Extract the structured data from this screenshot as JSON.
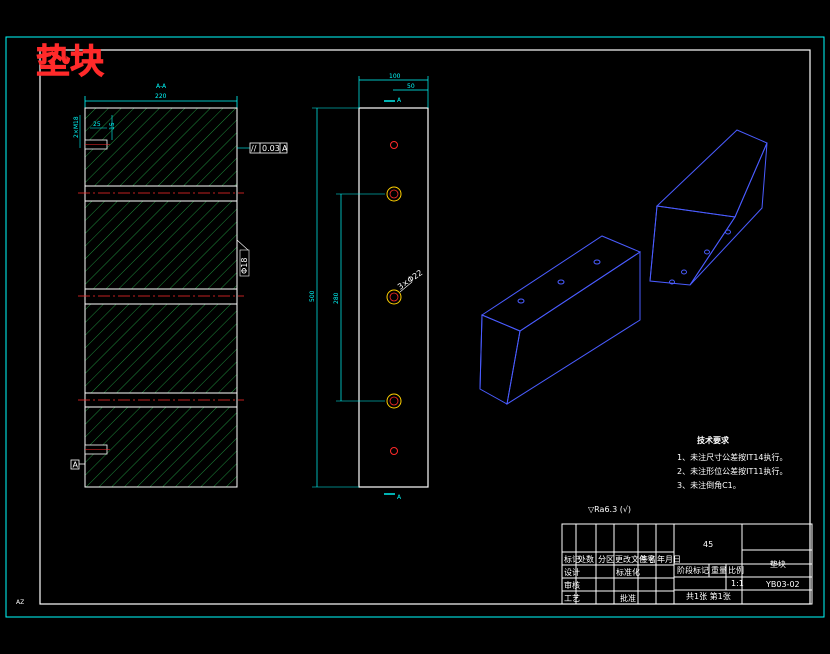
{
  "drawing": {
    "title_cn": "垫块",
    "section_label": "A-A",
    "corner_text": "AZ",
    "colors": {
      "background": "#000000",
      "frame": "#ffffff",
      "outer_frame": "#00ffff",
      "dimension": "#00ffff",
      "hatch": "#1d8a3a",
      "centerline": "#ff2a2a",
      "holes": "#ffd000",
      "title": "#ff2a2a"
    },
    "dims": {
      "front_width": "220",
      "side_width": "100",
      "side_offset": "50",
      "height": "500",
      "hole_spacing": "280",
      "hole_left_depth": "25",
      "hole_left_top": "15",
      "thread": "2×M18",
      "hole_dia": "3×Φ22",
      "depth": "50",
      "side_hole": "Φ18"
    },
    "tolerance": {
      "symbol": "//",
      "value": "0.03",
      "datum": "A"
    },
    "datum_label": "A",
    "roughness": "▽Ra6.3 (√)",
    "tech_req": {
      "title": "技术要求",
      "items": [
        "1、未注尺寸公差按IT14执行。",
        "2、未注形位公差按IT11执行。",
        "3、未注倒角C1。"
      ]
    },
    "title_block": {
      "part_name": "垫块",
      "material": "45",
      "drawing_no": "YB03-02",
      "scale": "1:1",
      "sheet": "共1张 第1张",
      "headers": [
        "标记",
        "处数",
        "分区",
        "更改文件号",
        "签名",
        "年月日"
      ],
      "roles": [
        "设计",
        "审核",
        "工艺"
      ],
      "stage_row": [
        "阶段标记",
        "重量",
        "比例"
      ],
      "std": "标准化",
      "approve": "批准"
    }
  }
}
